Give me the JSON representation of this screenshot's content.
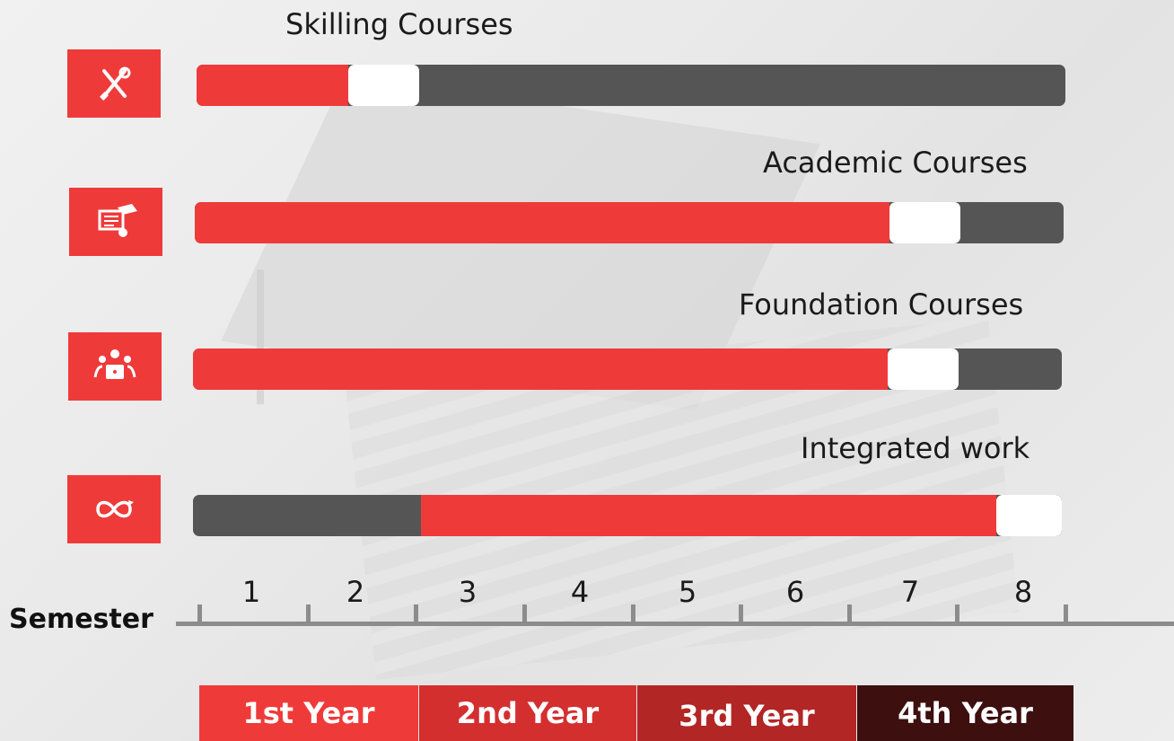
{
  "colors": {
    "accent_red": "#ef3a3a",
    "track_gray": "#555555",
    "highlight_white": "#ffffff",
    "axis_gray": "#8c8c8c",
    "year_colors": [
      "#ef3a3a",
      "#d42f2f",
      "#b32626",
      "#3d0f0f"
    ]
  },
  "courses": [
    {
      "label": "Skilling Courses",
      "icon": "tools-icon",
      "red_from_semester": 0.0,
      "red_to_semester": 1.4,
      "white_from_semester": 1.4,
      "white_to_semester": 2.05
    },
    {
      "label": "Academic Courses",
      "icon": "certificate-icon",
      "red_from_semester": 0.0,
      "red_to_semester": 6.4,
      "white_from_semester": 6.4,
      "white_to_semester": 7.05
    },
    {
      "label": "Foundation Courses",
      "icon": "group-laptop-icon",
      "red_from_semester": 0.0,
      "red_to_semester": 6.4,
      "white_from_semester": 6.4,
      "white_to_semester": 7.05
    },
    {
      "label": "Integrated work",
      "icon": "infinity-loop-icon",
      "red_from_semester": 2.1,
      "red_to_semester": 7.4,
      "white_from_semester": 7.4,
      "white_to_semester": 8.0
    }
  ],
  "axis": {
    "label": "Semester",
    "semesters": [
      "1",
      "2",
      "3",
      "4",
      "5",
      "6",
      "7",
      "8"
    ]
  },
  "years": [
    "1st Year",
    "2nd Year",
    "3rd Year",
    "4th Year"
  ]
}
